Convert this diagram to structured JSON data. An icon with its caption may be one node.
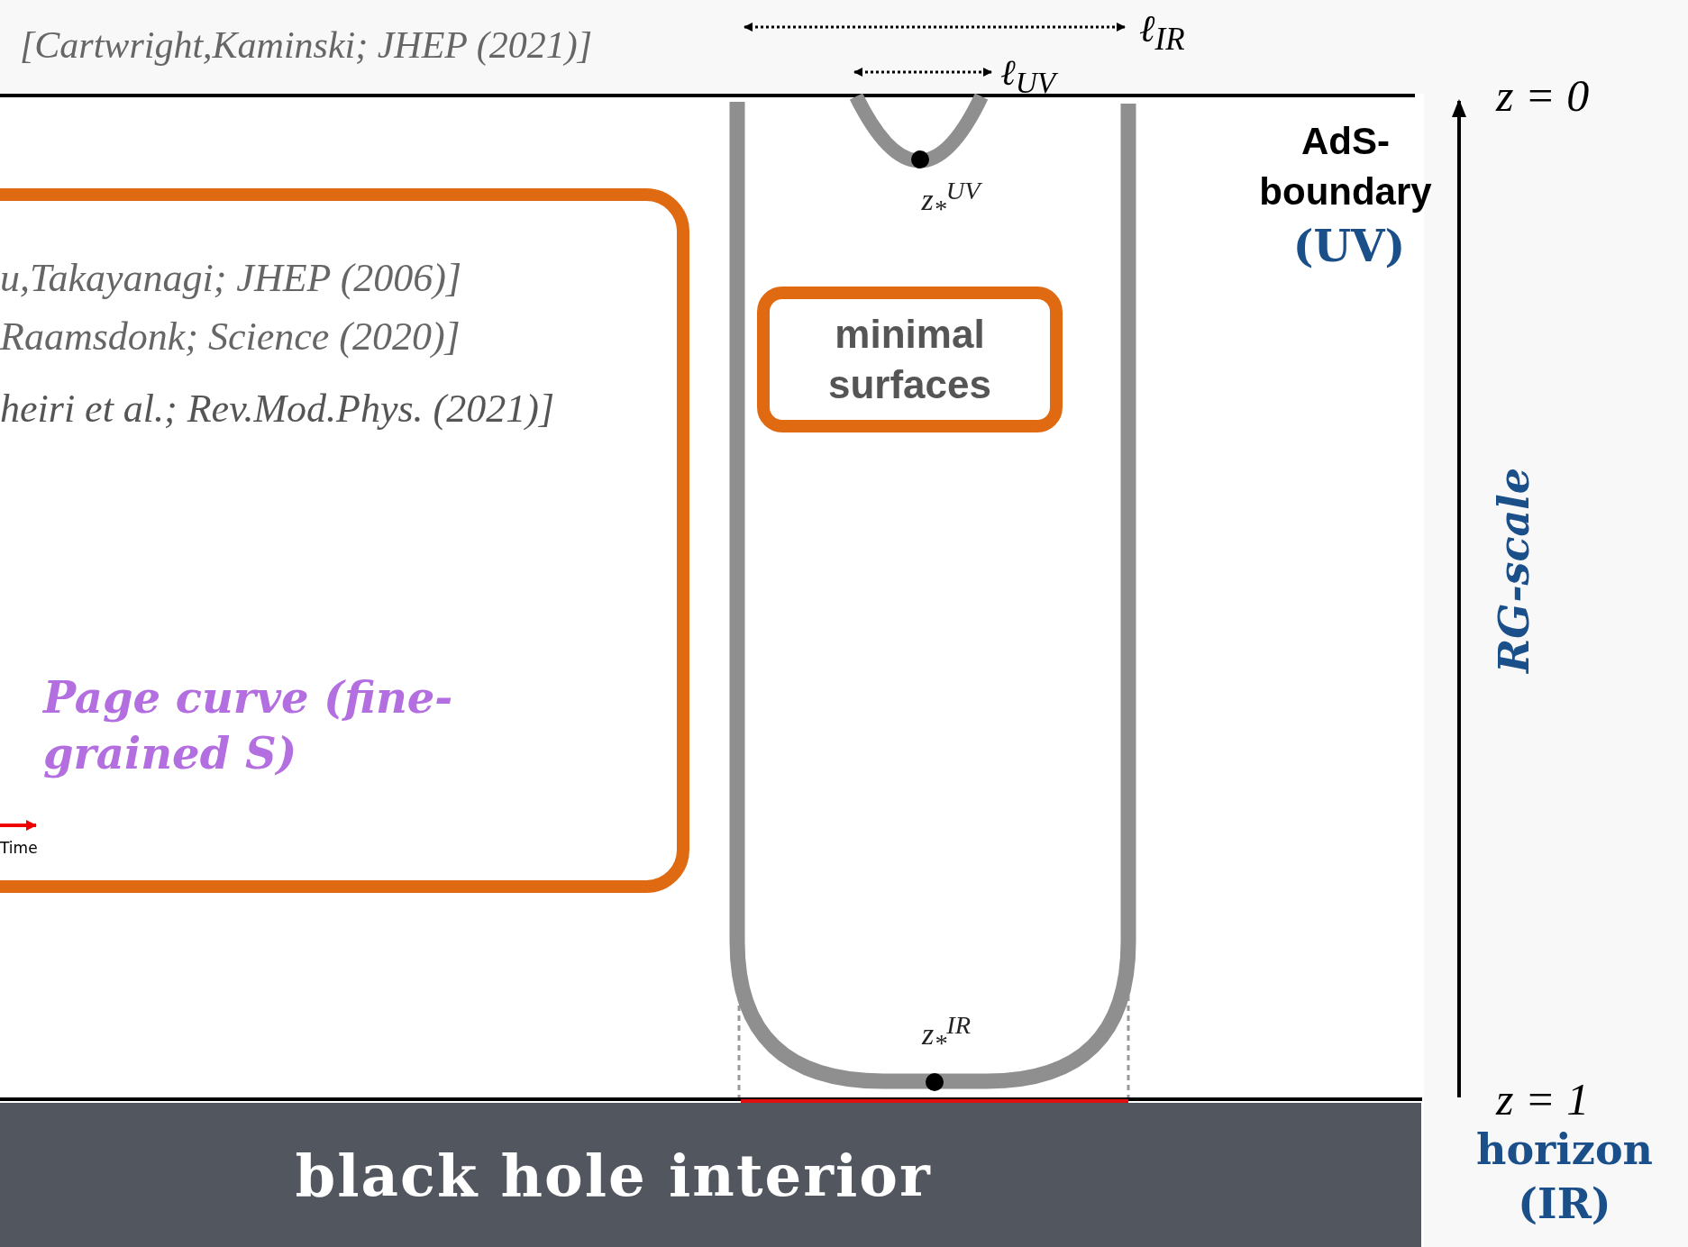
{
  "diagram": {
    "nodes": [
      {
        "text": [
          "u,Takayanagi; JHEP (2006)]",
          "Raamsdonk; Science (2020)]",
          "heiri et al.; Rev.Mod.Phys. (2021)]",
          "Page curve (fine-grained S)"
        ]
      },
      {
        "text": [
          "minimal surfaces"
        ]
      },
      {
        "text": [
          "black hole interior"
        ]
      }
    ],
    "labels": [
      "[Cartwright,Kaminski; JHEP (2021)]",
      "ℓ$_{IR}$",
      "ℓ$_{UV}$",
      "z = 0",
      "AdS- boundary",
      "(UV)",
      "z$_{*}$$^{UV}$",
      "RG-scale",
      "Time",
      "z$_{*}$$^{IR}$",
      "z = 1",
      "horizon (IR)"
    ]
  }
}
